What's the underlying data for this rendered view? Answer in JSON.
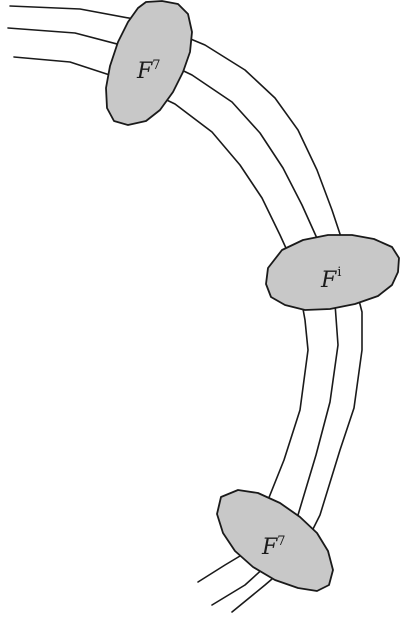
{
  "nodes": [
    {
      "id": "top",
      "letter": "F",
      "superscript": "7",
      "fill": "#c8c8c8"
    },
    {
      "id": "middle",
      "letter": "F",
      "superscript": "i",
      "fill": "#c8c8c8"
    },
    {
      "id": "bottom",
      "letter": "F",
      "superscript": "7",
      "fill": "#c8c8c8"
    }
  ],
  "strand_count": 3,
  "colors": {
    "stroke": "#1a1a1a",
    "node_fill": "#c8c8c8",
    "background": "#ffffff"
  }
}
